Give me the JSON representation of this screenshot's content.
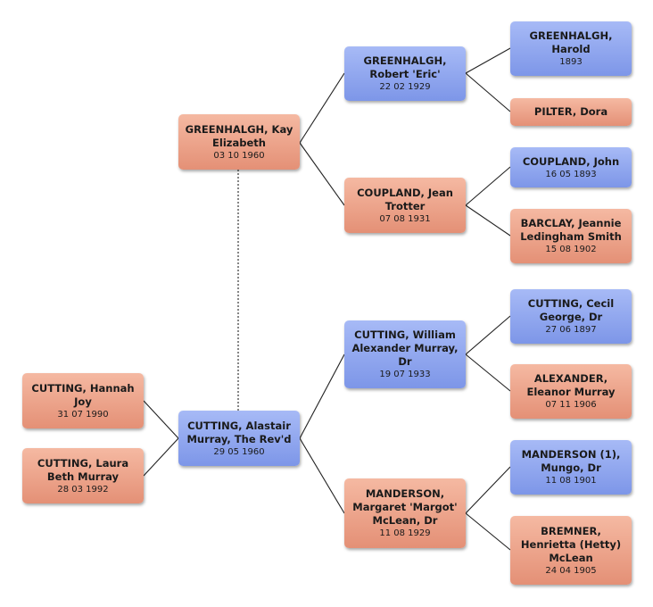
{
  "people": {
    "kay": {
      "name": "GREENHALGH, Kay Elizabeth",
      "date": "03 10 1960"
    },
    "alastair": {
      "name": "CUTTING, Alastair Murray, The Rev'd",
      "date": "29 05 1960"
    },
    "hannah": {
      "name": "CUTTING, Hannah Joy",
      "date": "31 07 1990"
    },
    "laura": {
      "name": "CUTTING, Laura Beth Murray",
      "date": "28 03 1992"
    },
    "eric": {
      "name": "GREENHALGH, Robert 'Eric'",
      "date": "22 02 1929"
    },
    "jean": {
      "name": "COUPLAND, Jean Trotter",
      "date": "07 08 1931"
    },
    "william": {
      "name": "CUTTING, William Alexander Murray, Dr",
      "date": "19 07 1933"
    },
    "margaret": {
      "name": "MANDERSON, Margaret 'Margot' McLean, Dr",
      "date": "11 08 1929"
    },
    "harold": {
      "name": "GREENHALGH, Harold",
      "date": "1893"
    },
    "dora": {
      "name": "PILTER, Dora",
      "date": ""
    },
    "john": {
      "name": "COUPLAND, John",
      "date": "16 05 1893"
    },
    "jeannie": {
      "name": "BARCLAY, Jeannie Ledingham Smith",
      "date": "15 08 1902"
    },
    "cecil": {
      "name": "CUTTING, Cecil George, Dr",
      "date": "27 06 1897"
    },
    "eleanor": {
      "name": "ALEXANDER, Eleanor Murray",
      "date": "07 11 1906"
    },
    "mungo": {
      "name": "MANDERSON (1), Mungo, Dr",
      "date": "11 08 1901"
    },
    "henrietta": {
      "name": "BREMNER, Henrietta (Hetty) McLean",
      "date": "24 04 1905"
    }
  },
  "colors": {
    "male": "#8aa2ee",
    "female": "#ec9f86",
    "line": "#222222"
  }
}
